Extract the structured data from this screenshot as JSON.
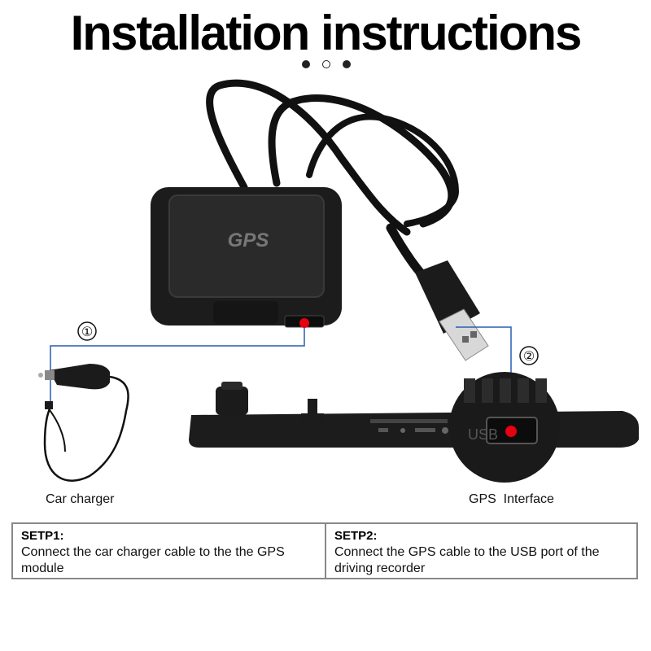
{
  "header": {
    "title": "Installation instructions"
  },
  "carousel": {
    "dots": [
      "filled",
      "empty",
      "filled"
    ]
  },
  "callouts": {
    "step1_marker": "①",
    "step2_marker": "②"
  },
  "labels": {
    "car_charger": "Car charger",
    "gps_interface": "GPS  Interface",
    "gps_logo": "GPS",
    "usb_label": "USB"
  },
  "steps": [
    {
      "title": "SETP1:",
      "text": "Connect the car charger cable to the the GPS module"
    },
    {
      "title": "SETP2:",
      "text": "Connect the GPS cable to the USB port of the driving recorder"
    }
  ],
  "colors": {
    "callout_line": "#2a5db0",
    "port_dot": "#e60012",
    "device": "#1c1c1c"
  }
}
